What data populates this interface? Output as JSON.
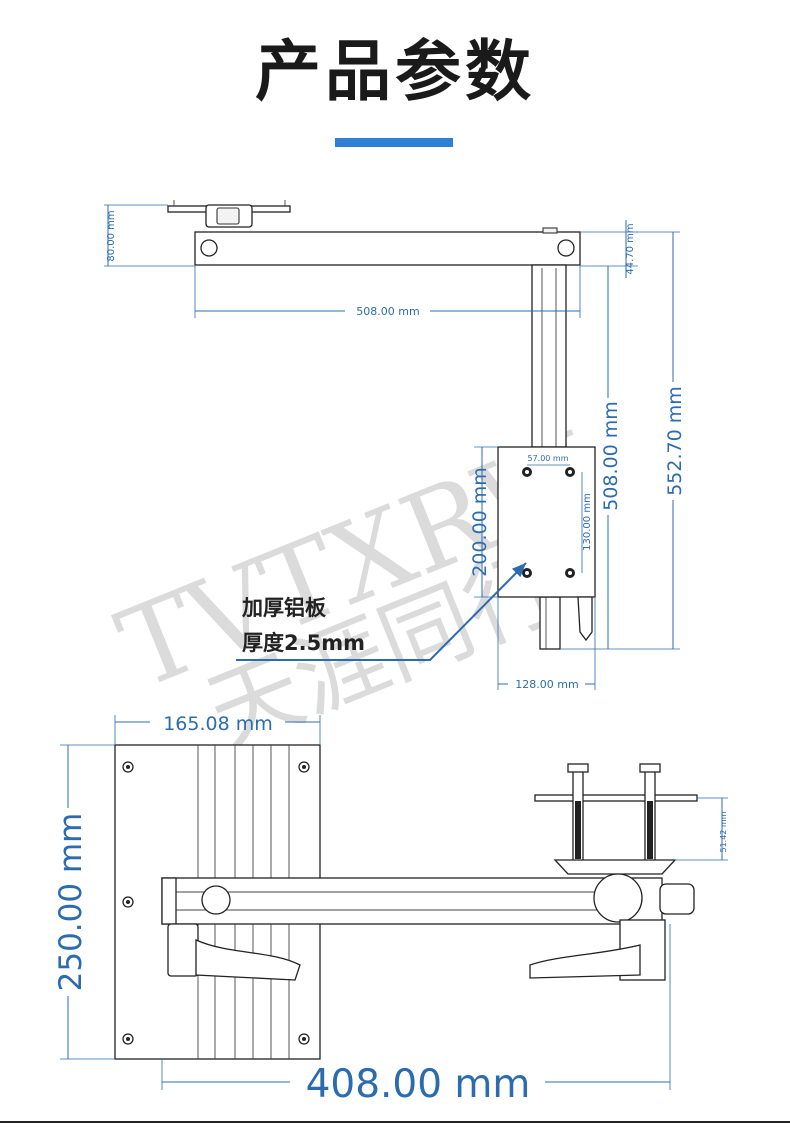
{
  "title": "产品参数",
  "accent_color": "#2f7fd4",
  "watermark": {
    "latin": "TVTXRW",
    "chinese": "天涯同行"
  },
  "top_view": {
    "dims": {
      "d80": "80.00 mm",
      "d44_70": "44.70 mm",
      "d508_h": "508.00 mm",
      "d508_v": "508.00 mm",
      "d552_70": "552.70 mm",
      "d57": "57.00 mm",
      "d130": "130.00 mm",
      "d200": "200.00 mm",
      "d128": "128.00 mm"
    },
    "note_line1": "加厚铝板",
    "note_line2": "厚度2.5mm"
  },
  "side_view": {
    "dims": {
      "d165": "165.08 mm",
      "d250": "250.00 mm",
      "d408": "408.00 mm",
      "d51": "51.42 mm"
    }
  }
}
